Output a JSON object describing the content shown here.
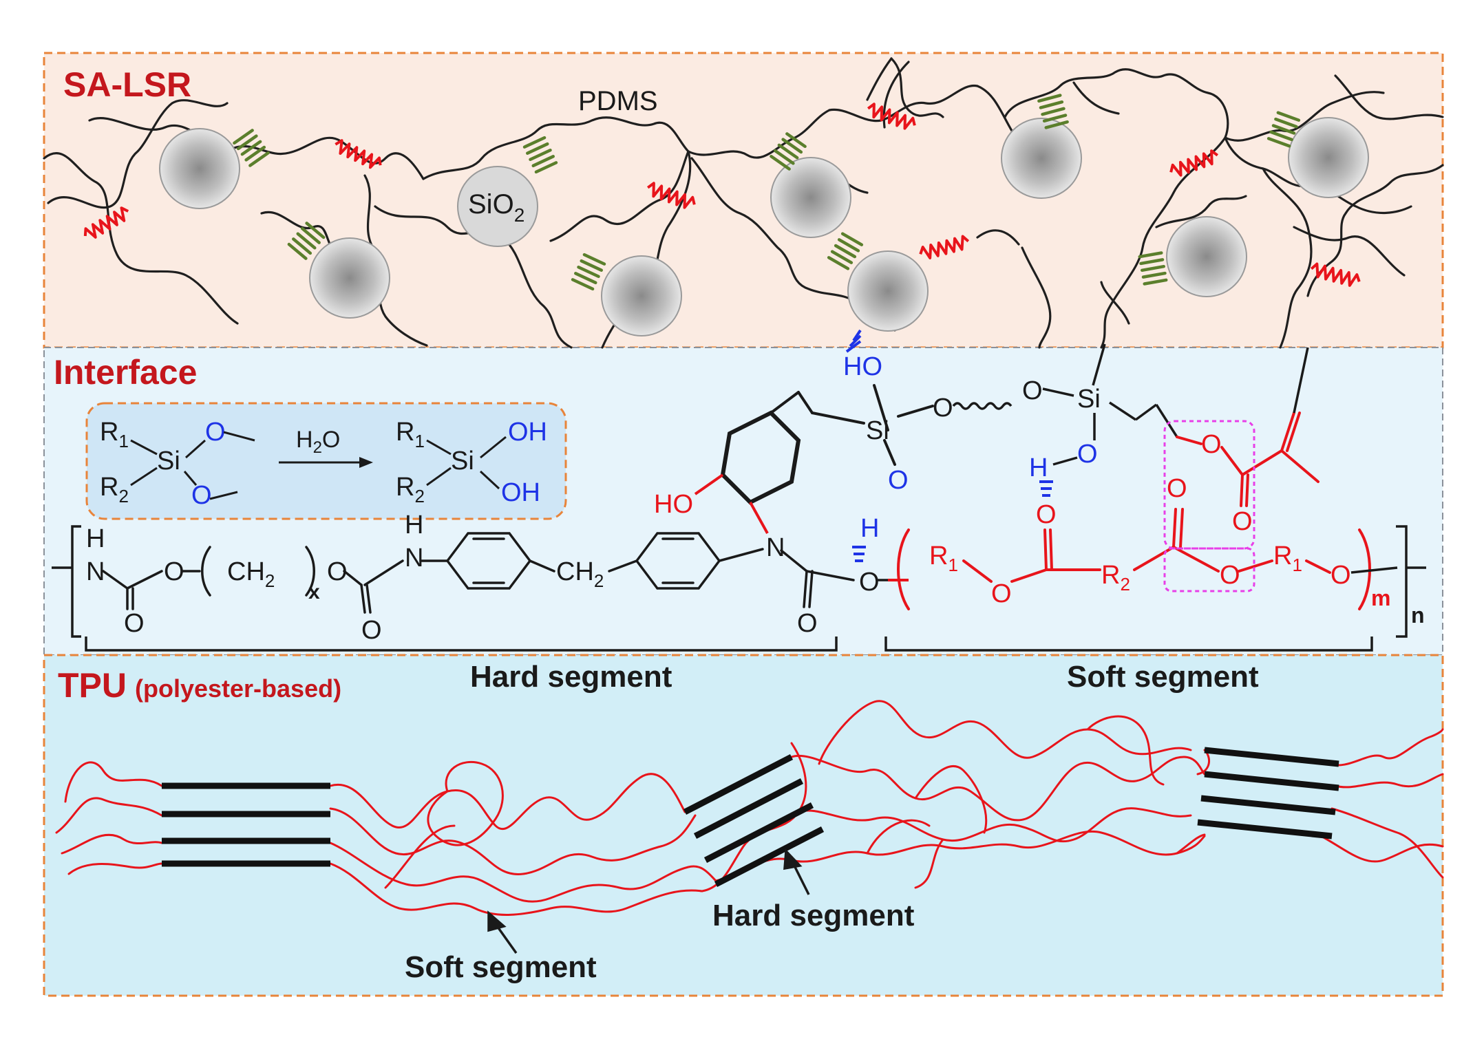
{
  "panels": {
    "top": {
      "title": "SA-LSR",
      "fill": "#fbebe2"
    },
    "middle": {
      "title": "Interface",
      "fill": "#e7f4fb"
    },
    "bottom": {
      "title": "TPU",
      "subtitle": "(polyester-based)",
      "fill": "#d2eef7"
    }
  },
  "labels": {
    "pdms": "PDMS",
    "sio2_main": "SiO",
    "sio2_sub": "2",
    "h2o": "H2O",
    "hard_segment": "Hard segment",
    "soft_segment": "Soft segment",
    "hard_segment_pointer": "Hard segment",
    "soft_segment_pointer": "Soft segment",
    "repeat_n": "n",
    "repeat_m": "m",
    "repeat_x": "x"
  },
  "atoms": {
    "R": "R",
    "sub1": "1",
    "sub2": "2",
    "Si": "Si",
    "O": "O",
    "OH": "OH",
    "HO": "HO",
    "H": "H",
    "N": "N",
    "CH2": "CH",
    "C": "C"
  },
  "colors": {
    "title_red": "#c4171d",
    "border_orange": "#e8843a",
    "red": "#e8141b",
    "blue": "#1e33e6",
    "green": "#5b7f2c",
    "magenta": "#e83fe8",
    "black": "#1a1a1a"
  }
}
